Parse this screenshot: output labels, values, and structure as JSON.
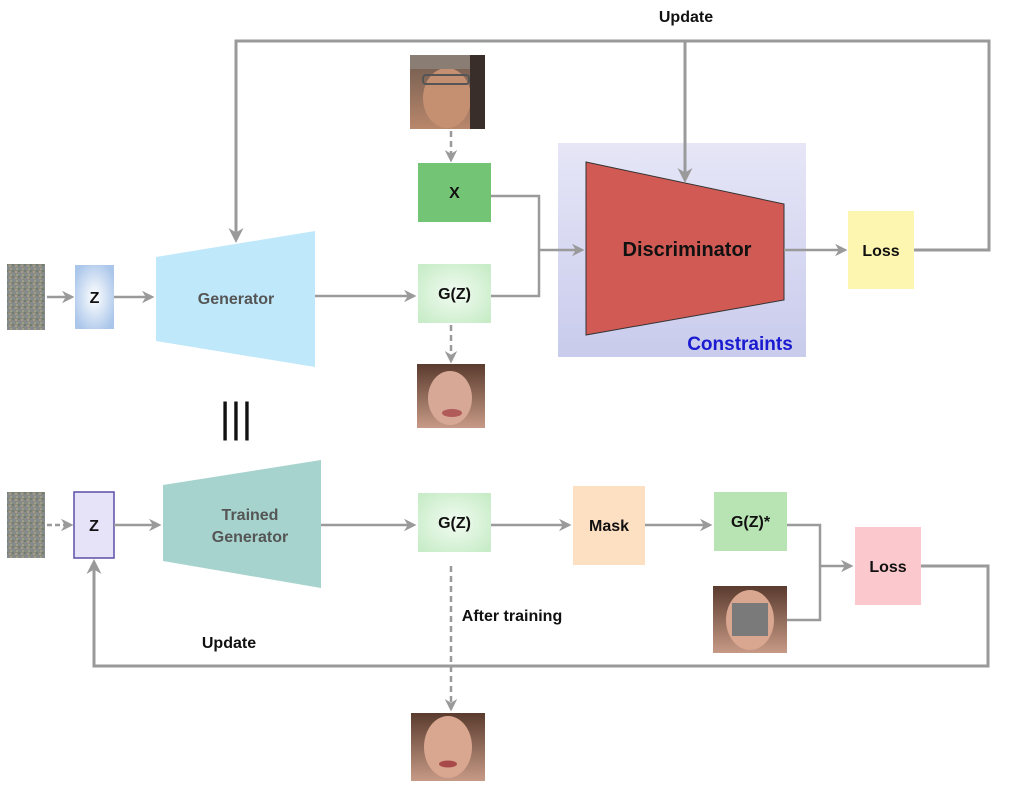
{
  "top": {
    "update_label": "Update",
    "z_label": "Z",
    "generator_label": "Generator",
    "x_label": "X",
    "gz_label": "G(Z)",
    "discriminator_label": "Discriminator",
    "constraints_label": "Constraints",
    "loss_label": "Loss"
  },
  "equivalence_symbol": "|||",
  "bottom": {
    "z_label": "Z",
    "trained_generator_line1": "Trained",
    "trained_generator_line2": "Generator",
    "gz_label": "G(Z)",
    "mask_label": "Mask",
    "gz_star_label": "G(Z)*",
    "loss_label": "Loss",
    "after_training_label": "After training",
    "update_label": "Update"
  },
  "colors": {
    "arrow": "#9a9a9a",
    "z_top_fill": "#c7dbf2",
    "generator_fill": "#bfe8fb",
    "x_fill": "#74c476",
    "gz_fill": "#d2f0d2",
    "discriminator_fill": "#d15a55",
    "constraints_bg": "#d7d8f1",
    "constraints_text": "#1a1ad0",
    "loss_top_fill": "#fdf6b0",
    "z_bottom_fill": "#e6e2f8",
    "z_bottom_border": "#5a4fa8",
    "trained_generator_fill": "#a6d3cd",
    "mask_fill": "#fde0c2",
    "gz_star_fill": "#b8e4b3",
    "loss_bottom_fill": "#fbc9cd"
  }
}
